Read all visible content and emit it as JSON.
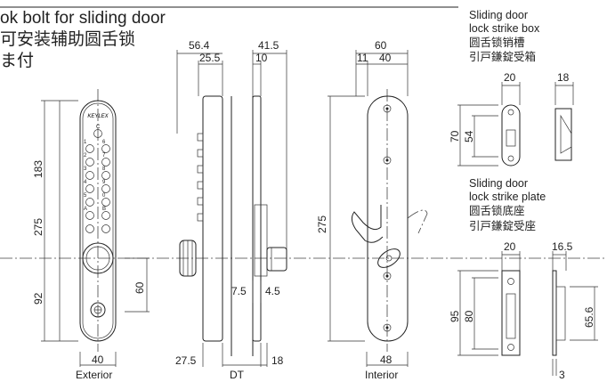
{
  "title": {
    "line1": "ok bolt for sliding door",
    "line2": "可安装辅助圆舌锁",
    "line3": "ま付"
  },
  "front_view": {
    "brand": "KEYLEX",
    "dims": {
      "height_total": "275",
      "height_upper": "183",
      "height_lower": "92",
      "width": "40"
    },
    "caption": "Exterior",
    "button_labels": [
      "C",
      "1",
      "2",
      "3",
      "4",
      "5",
      "A",
      "6",
      "7",
      "8",
      "9",
      "0",
      "B"
    ]
  },
  "side_view": {
    "dims": {
      "depth_a": "56.4",
      "depth_b": "25.5",
      "depth_c": "41.5",
      "depth_d": "10",
      "offset": "60",
      "bolt_a": "7.5",
      "bolt_b": "4.5",
      "bottom_a": "27.5",
      "bottom_b": "18"
    },
    "caption": "DT"
  },
  "interior_view": {
    "dims": {
      "width_top": "60",
      "width_a": "11",
      "width_b": "40",
      "height": "275",
      "width_bottom": "48"
    },
    "caption": "Interior"
  },
  "strike_box": {
    "label_en": "Sliding door\nlock strike box",
    "label_zh": "圆舌锁销槽",
    "label_ja": "引戸鎌錠受箱",
    "dims": {
      "width": "20",
      "depth": "18",
      "height_outer": "70",
      "height_inner": "54"
    }
  },
  "strike_plate": {
    "label_en": "Sliding door\nlock strike plate",
    "label_zh": "圆舌锁底座",
    "label_ja": "引戸鎌錠受座",
    "dims": {
      "width": "20",
      "depth": "16.5",
      "height_outer": "95",
      "height_inner": "80",
      "side_height": "65.6",
      "thickness": "3"
    }
  }
}
